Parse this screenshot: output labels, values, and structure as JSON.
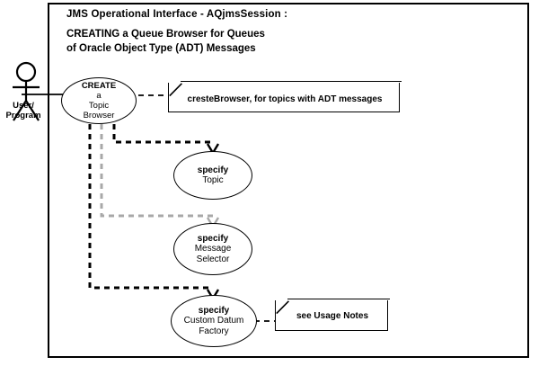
{
  "diagram": {
    "title": {
      "line1": "JMS Operational Interface - AQjmsSession :",
      "line2": "CREATING a Queue Browser for Queues",
      "line3": "of Oracle Object Type (ADT) Messages"
    },
    "actor": {
      "label_line1": "User/",
      "label_line2": "Program",
      "icon": "actor-stick-figure"
    },
    "use_cases": [
      {
        "id": "create-topic-browser",
        "line1": "CREATE",
        "line2": "a",
        "line3": "Topic",
        "line4": "Browser"
      },
      {
        "id": "specify-topic",
        "line1": "specify",
        "line2": "Topic"
      },
      {
        "id": "specify-message-selector",
        "line1": "specify",
        "line2": "Message",
        "line3": "Selector"
      },
      {
        "id": "specify-custom-datum-factory",
        "line1": "specify",
        "line2": "Custom Datum",
        "line3": "Factory"
      }
    ],
    "notes": [
      {
        "id": "note-create-browser",
        "text": "cresteBrowser, for topics with ADT messages"
      },
      {
        "id": "note-usage",
        "text": "see Usage Notes"
      }
    ],
    "colors": {
      "stroke": "#000000",
      "optional_stroke": "#a8a8a8",
      "background": "#ffffff"
    }
  }
}
